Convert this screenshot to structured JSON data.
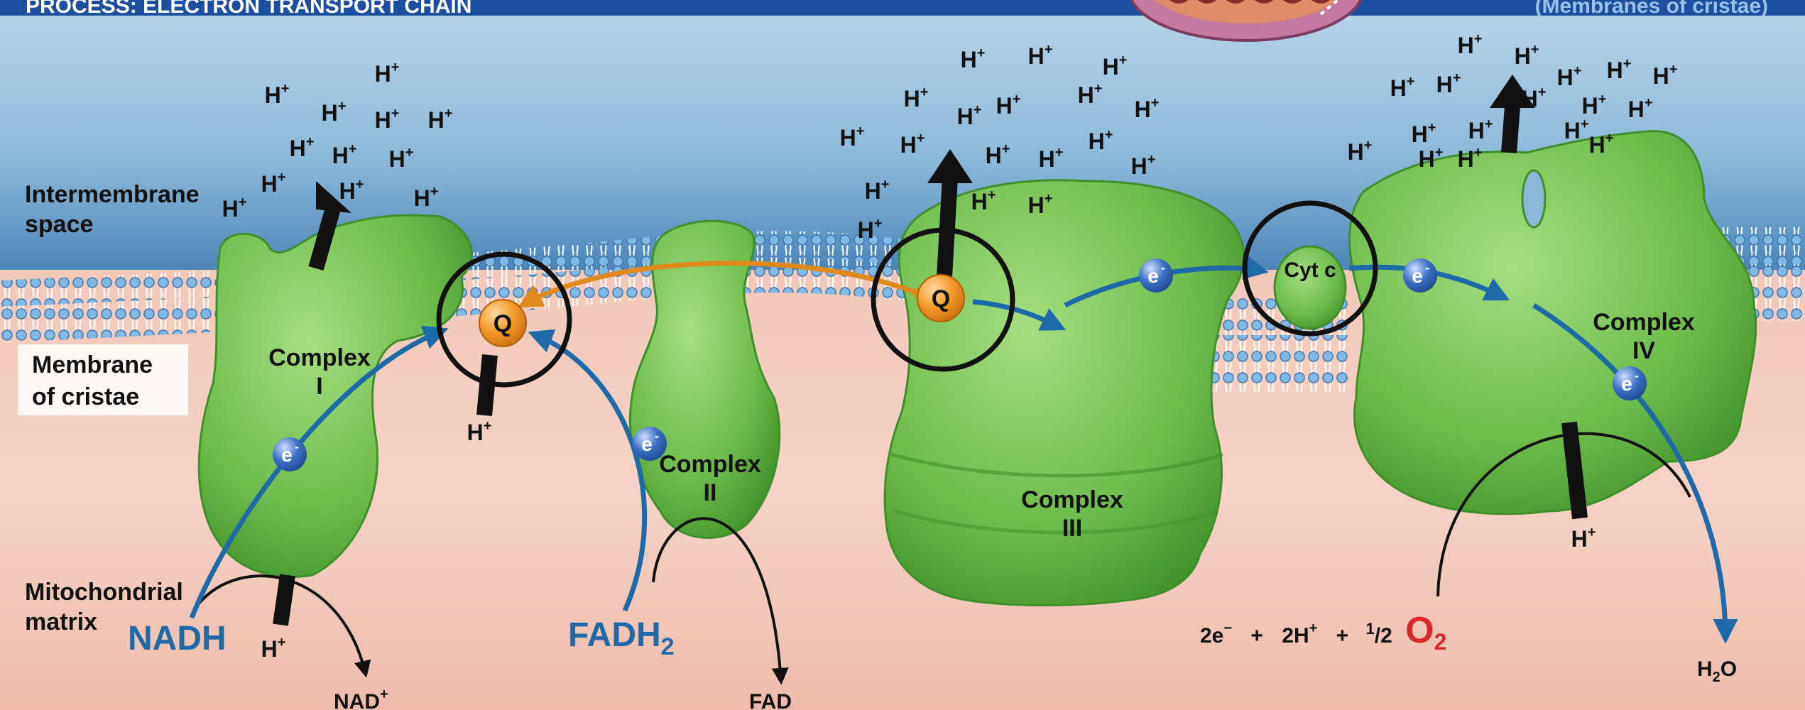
{
  "header": {
    "title": "PROCESS: ELECTRON TRANSPORT CHAIN",
    "subtitle": "(Membranes of cristae)"
  },
  "regions": {
    "intermembrane": "Intermembrane space",
    "membrane": "Membrane of cristae",
    "matrix": "Mitochondrial matrix"
  },
  "complexes": {
    "c1": {
      "name": "Complex",
      "num": "I"
    },
    "c2": {
      "name": "Complex",
      "num": "II"
    },
    "c3": {
      "name": "Complex",
      "num": "III"
    },
    "c4": {
      "name": "Complex",
      "num": "IV"
    }
  },
  "carriers": {
    "q": "Q",
    "cyt_c": "Cyt c",
    "electron": "e",
    "minus": "-"
  },
  "proton": {
    "base": "H",
    "charge": "+"
  },
  "substrates": {
    "nadh": "NADH",
    "nad": "NAD",
    "fadh2_base": "FADH",
    "fadh2_sub": "2",
    "fad": "FAD"
  },
  "equation": {
    "electrons": "2e",
    "electrons_charge": "−",
    "plus1": "+",
    "protons": "2H",
    "protons_charge": "+",
    "plus2": "+",
    "half_num": "1",
    "half_den": "/2",
    "oxygen": "O",
    "oxygen_sub": "2"
  },
  "water": {
    "h": "H",
    "sub": "2",
    "o": "O"
  },
  "colors": {
    "header_bg": "#1d4fa0",
    "protein": "#72c050",
    "protein_dark": "#3f8f2a",
    "electron": "#2f62b7",
    "q_orange": "#f39a2a",
    "blue_arrow": "#1e6aa8",
    "oxygen_red": "#d8262a"
  }
}
